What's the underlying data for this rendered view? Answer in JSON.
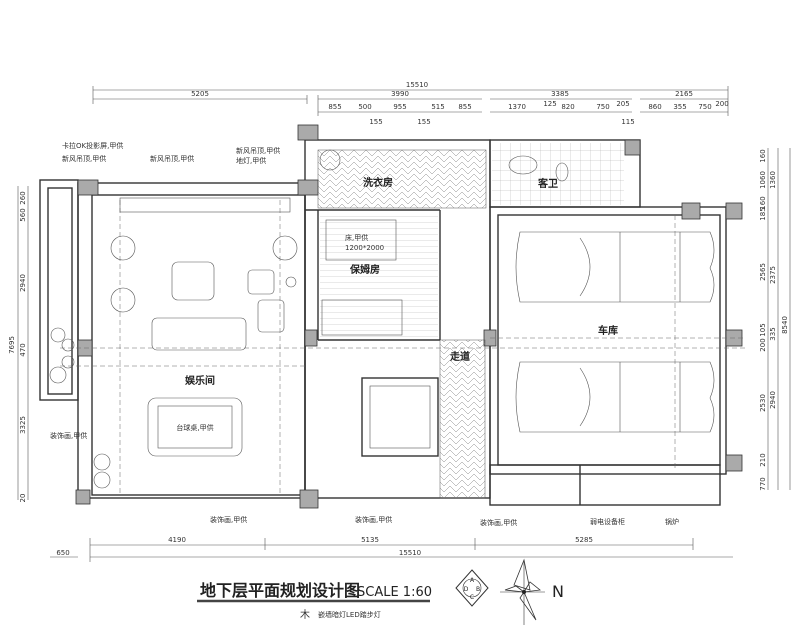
{
  "title": "地下层平面规划设计图",
  "scale": "SCALE 1:60",
  "north": "N",
  "compass_letters": [
    "A",
    "B",
    "C",
    "D"
  ],
  "legend": "嵌墙暗灯LED踏步灯",
  "rooms": {
    "entertainment": "娱乐间",
    "laundry": "洗衣房",
    "guest_bath": "客卫",
    "nanny": "保姆房",
    "corridor": "走道",
    "garage": "车库"
  },
  "annotations": {
    "pool_table": "台球桌,甲供",
    "nanny_bed": "床,甲供",
    "bed_size": "1200*2000",
    "deco_1": "装饰画,甲供",
    "deco_2": "装饰画,甲供",
    "deco_3": "装饰画,甲供",
    "deco_left": "装饰画,甲供",
    "weak_cabinet": "弱电设备柜",
    "boiler": "锅炉",
    "top_left_1": "卡拉OK投影屏,甲供",
    "top_left_2": "新风吊顶,甲供",
    "top_mid": "新风吊顶,甲供",
    "top_right_1": "新风吊顶,甲供",
    "top_right_2": "地灯,甲供"
  },
  "dims_top_total": "15510",
  "dims_top": [
    "5205",
    "3990",
    "3385",
    "2165"
  ],
  "dims_top_sub": [
    "855",
    "500",
    "955",
    "515",
    "855",
    "1370",
    "125",
    "820",
    "750",
    "205",
    "860",
    "355",
    "750",
    "200"
  ],
  "dims_top_small": [
    "155",
    "155",
    "115"
  ],
  "dims_bottom": [
    "4190",
    "5135",
    "5285"
  ],
  "dims_bottom_total": "15510",
  "dims_bottom_left": "650",
  "dims_left": [
    "260",
    "560",
    "2940",
    "470",
    "3325",
    "20"
  ],
  "dims_left_total": "7695",
  "dims_right": [
    "160",
    "1060",
    "160",
    "185",
    "2565",
    "105",
    "200",
    "2530",
    "210",
    "770"
  ],
  "dims_right_mid": [
    "1360",
    "2375",
    "335",
    "2940"
  ],
  "dims_right_total": "8540"
}
